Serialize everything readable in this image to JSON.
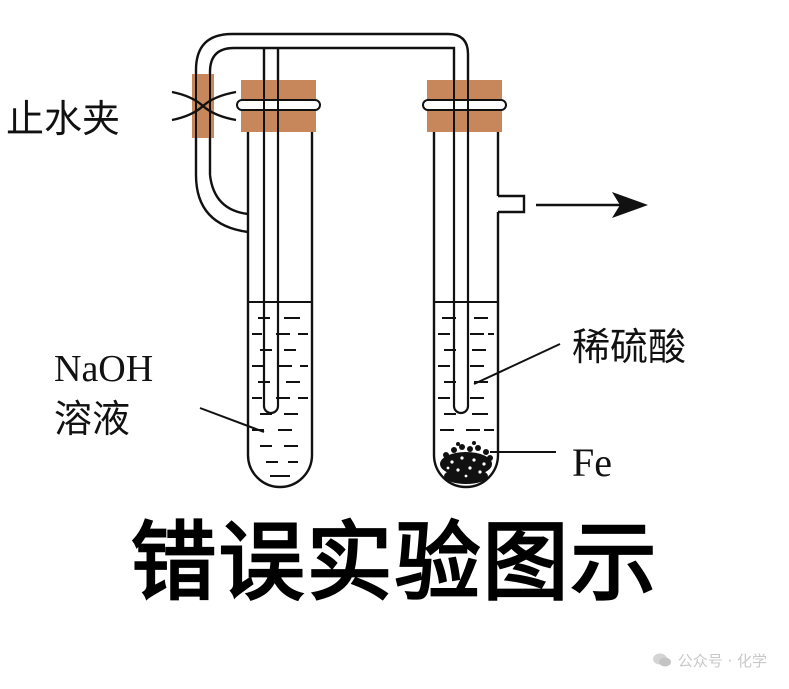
{
  "labels": {
    "clamp": "止水夹",
    "naoh_line1": "NaOH",
    "naoh_line2": "溶液",
    "acid": "稀硫酸",
    "iron": "Fe"
  },
  "caption": "错误实验图示",
  "watermark": "公众号 · 化学",
  "colors": {
    "stopper": "#c8875a",
    "line": "#111111",
    "background": "#ffffff"
  }
}
